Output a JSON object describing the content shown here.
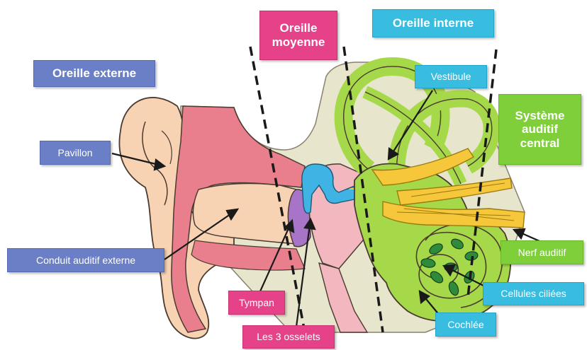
{
  "labels": {
    "oreille_externe": "Oreille externe",
    "oreille_moyenne": "Oreille\nmoyenne",
    "oreille_interne": "Oreille interne",
    "pavillon": "Pavillon",
    "conduit": "Conduit auditif externe",
    "tympan": "Tympan",
    "osselets": "Les 3 osselets",
    "vestibule": "Vestibule",
    "systeme": "Système\nauditif\ncentral",
    "nerf": "Nerf auditif",
    "cellules": "Cellules ciliées",
    "cochlee": "Cochlée"
  },
  "colors": {
    "externe": "#6b7fc6",
    "moyenne": "#e5428a",
    "interne": "#38bde0",
    "central": "#7fcf3a",
    "skin": "#f8d3b3",
    "canal": "#e97f8d",
    "bone": "#e7e5cc",
    "labyrinth": "#a6d94a",
    "nerve": "#f6c73a",
    "eardrum": "#a774c8",
    "ossicles": "#3fb3e3",
    "ciliated_cells": "#2f8a3c"
  }
}
